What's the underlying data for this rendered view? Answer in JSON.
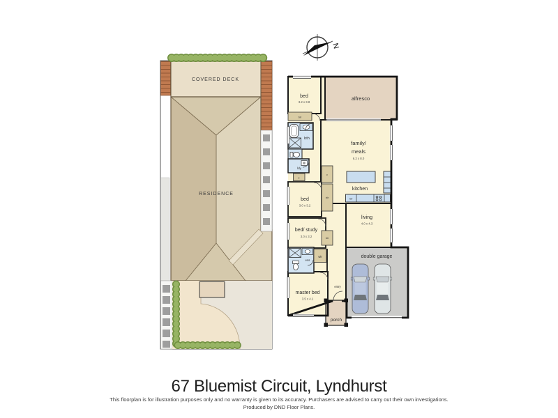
{
  "title": "67 Bluemist Circuit, Lyndhurst",
  "disclaimer_line1": "This floorplan is for illustration purposes only and no warranty is given to its accuracy. Purchasers are advised to carry out their own investigations.",
  "disclaimer_line2": "Produced by DND Floor Plans.",
  "compass": {
    "north_label": "N"
  },
  "site_plan": {
    "covered_deck": "COVERED DECK",
    "residence": "RESIDENCE"
  },
  "floor_plan": {
    "bed1": {
      "label": "bed",
      "dims": "3.2 x 3.8"
    },
    "alfresco": {
      "label": "alfresco"
    },
    "bth": {
      "label": "bth"
    },
    "ldy": {
      "label": "ldy"
    },
    "cupboard": {
      "label": "c"
    },
    "bir": {
      "label": "bir"
    },
    "family_meals": {
      "line1": "family/",
      "line2": "meals",
      "dims": "6.2 x 8.0"
    },
    "kitchen": {
      "label": "kitchen",
      "ref_label": "ref"
    },
    "bed2": {
      "label": "bed",
      "dims": "3.0 x 3.2"
    },
    "bed_study": {
      "label": "bed/ study",
      "dims": "3.0 x 3.2"
    },
    "living": {
      "label": "living",
      "dims": "4.0 x 4.3"
    },
    "ens": {
      "label": "ens"
    },
    "wir": {
      "label": "wir"
    },
    "master_bed": {
      "label": "master bed",
      "dims": "3.5 x 4.1"
    },
    "entry": {
      "label": "entry"
    },
    "garage": {
      "label": "double garage"
    },
    "porch": {
      "label": "porch"
    }
  },
  "colors": {
    "wall": "#161616",
    "cream": "#FAF3D6",
    "tan": "#E4D4C1",
    "robe": "#D9CCA4",
    "wet": "#D3E4F2",
    "fixture": "#C9DDEF",
    "garage": "#CBCBC9",
    "roof_left": "#CBBC9E",
    "roof_right": "#DFD5BC",
    "roof_mid": "#D5C9AC",
    "deck": "#EADFC9",
    "brick": "#C07A50",
    "hedge_dark": "#6F8F3F",
    "hedge_light": "#97B464",
    "lawn": "#F2E5CD",
    "drive": "#EAE5DA",
    "stone": "#A0A0A0",
    "car_blue": "#AEBCD8",
    "car_white": "#DFE5E6"
  }
}
